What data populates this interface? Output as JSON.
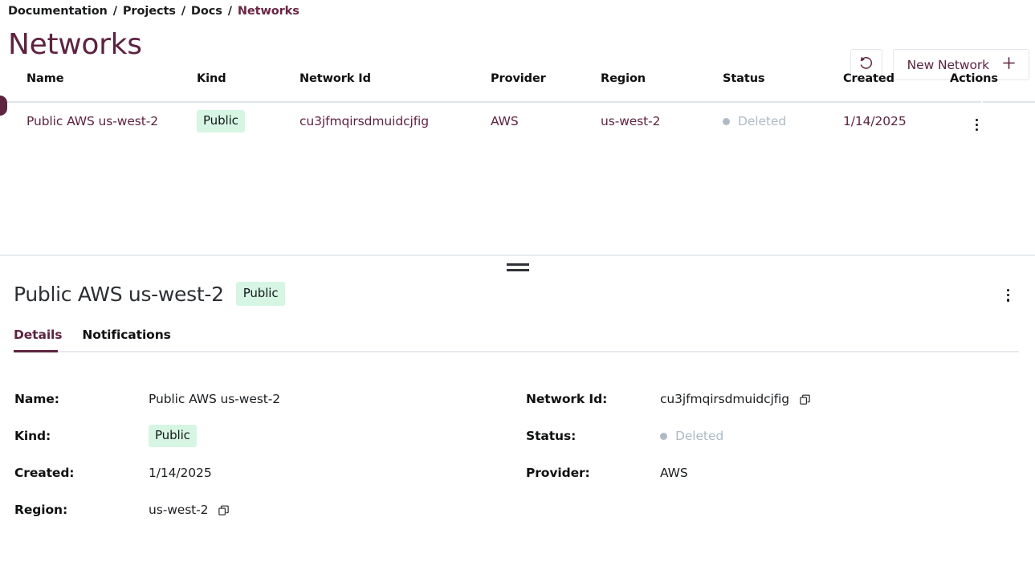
{
  "breadcrumb": {
    "items": [
      "Documentation",
      "Projects",
      "Docs",
      "Networks"
    ],
    "separator": "/"
  },
  "header": {
    "title": "Networks",
    "refresh_icon": "refresh-icon",
    "new_network_label": "New Network",
    "plus_icon": "plus-icon"
  },
  "table": {
    "columns": [
      "Name",
      "Kind",
      "Network Id",
      "Provider",
      "Region",
      "Status",
      "Created",
      "Actions"
    ],
    "rows": [
      {
        "name": "Public AWS us-west-2",
        "kind": "Public",
        "network_id": "cu3jfmqirsdmuidcjfig",
        "provider": "AWS",
        "region": "us-west-2",
        "status": "Deleted",
        "created": "1/14/2025",
        "actions_icon": "kebab-menu-icon",
        "selected": true
      }
    ]
  },
  "detail": {
    "title": "Public AWS us-west-2",
    "badge": "Public",
    "menu_icon": "kebab-menu-icon",
    "tabs": [
      {
        "label": "Details",
        "active": true
      },
      {
        "label": "Notifications",
        "active": false
      }
    ],
    "fields_left": [
      {
        "label": "Name:",
        "value": "Public AWS us-west-2",
        "type": "text"
      },
      {
        "label": "Kind:",
        "value": "Public",
        "type": "badge"
      },
      {
        "label": "Created:",
        "value": "1/14/2025",
        "type": "text"
      },
      {
        "label": "Region:",
        "value": "us-west-2",
        "type": "text",
        "copy": true
      }
    ],
    "fields_right": [
      {
        "label": "Network Id:",
        "value": "cu3jfmqirsdmuidcjfig",
        "type": "text",
        "copy": true
      },
      {
        "label": "Status:",
        "value": "Deleted",
        "type": "status"
      },
      {
        "label": "Provider:",
        "value": "AWS",
        "type": "text"
      }
    ]
  },
  "colors": {
    "accent": "#5d2340",
    "badge_bg": "#d6f5e3",
    "status_muted": "#aebac6",
    "rule": "#dfe4ea"
  }
}
